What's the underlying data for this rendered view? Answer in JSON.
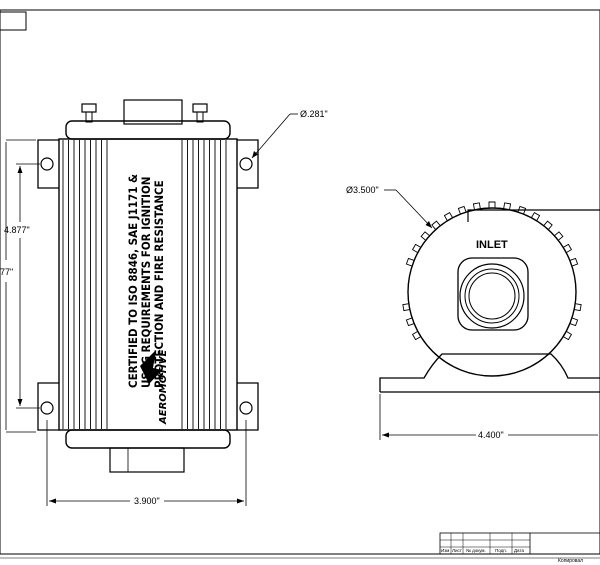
{
  "dimensions": {
    "hole_dia": "Ø.281\"",
    "body_length": "4.877\"",
    "overall_length": "77\"",
    "mount_width": "3.900\"",
    "body_dia": "Ø3.500\"",
    "base_width": "4.400\""
  },
  "labels": {
    "inlet": "INLET",
    "cert_line1": "CERTIFIED TO ISO 8846, SAE J1171 &",
    "cert_line2": "USCG REQUIREMENTS FOR IGNITION",
    "cert_line3": "PROTECTION AND FIRE RESISTANCE",
    "brand": "AEROMOTIVE"
  },
  "title_block": {
    "col1": "Изм",
    "col2": "Лист",
    "col3": "№ докум.",
    "col4": "Подп.",
    "col5": "Дата",
    "footer": "Копировал"
  }
}
